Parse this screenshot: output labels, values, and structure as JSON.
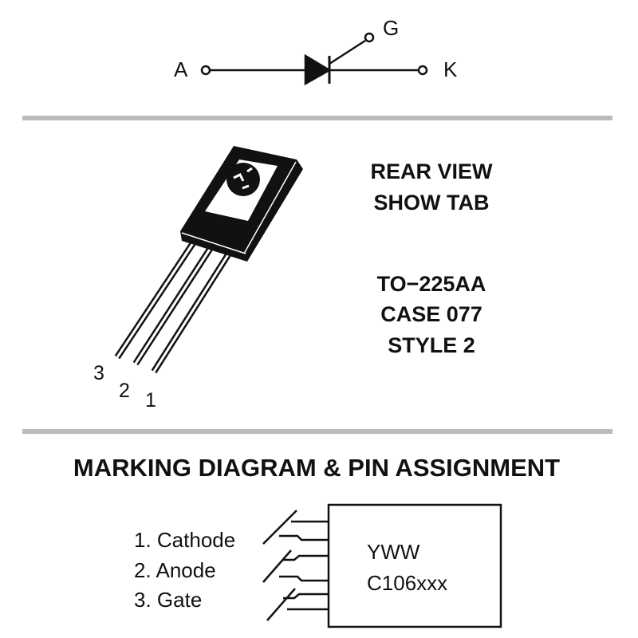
{
  "symbol": {
    "anode": "A",
    "cathode": "K",
    "gate": "G"
  },
  "package_view": {
    "line1": "REAR VIEW",
    "line2": "SHOW TAB"
  },
  "package_info": {
    "case_name": "TO−225AA",
    "case_number": "CASE 077",
    "style": "STYLE 2"
  },
  "pin_numbers": [
    "3",
    "2",
    "1"
  ],
  "marking": {
    "title": "MARKING DIAGRAM & PIN ASSIGNMENT",
    "pins": [
      "1. Cathode",
      "2. Anode",
      "3. Gate"
    ],
    "line1": "YWW",
    "line2": "C106xxx"
  }
}
